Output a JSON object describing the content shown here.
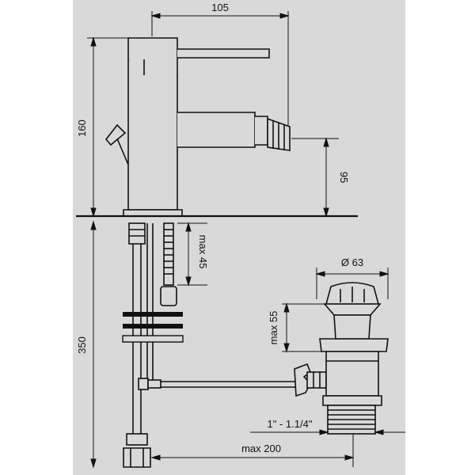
{
  "colors": {
    "background": "#d9d9d9",
    "outer": "#ffffff",
    "line": "#111111"
  },
  "dimensions": {
    "width_105": "105",
    "height_160": "160",
    "height_95": "95",
    "max_45": "max 45",
    "height_350": "350",
    "diameter_63": "Ø 63",
    "max_55": "max 55",
    "thread": "1\" - 1.1/4\"",
    "max_200": "max  200"
  }
}
